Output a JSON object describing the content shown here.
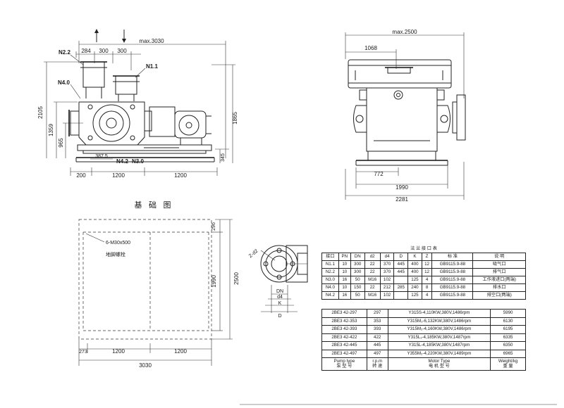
{
  "front_view": {
    "dims": {
      "max_length": "max.3030",
      "d284": "284",
      "d300a": "300",
      "d300b": "300",
      "h2105": "2105",
      "h1359": "1359",
      "h965": "965",
      "h1865": "1865",
      "h345": "345",
      "d387": "387.5",
      "b200": "200",
      "b1200a": "1200",
      "b1200b": "1200"
    },
    "nozzles": {
      "n22": "N2.2",
      "n11": "N1.1",
      "n40": "N4.0",
      "n42": "N4.2",
      "n30": "N3.0"
    }
  },
  "side_view": {
    "dims": {
      "max_width": "max.2500",
      "d1068": "1068",
      "d772": "772",
      "d1990": "1990",
      "d2281": "2281"
    }
  },
  "foundation": {
    "title": "基 础 图",
    "bolt_label": "6-M30x500",
    "bolt_sub": "地脚螺栓",
    "dims": {
      "d296": "296",
      "d1990": "1990",
      "d2500": "2500",
      "d273": "273",
      "d1200a": "1200",
      "d1200b": "1200",
      "d3030": "3030"
    }
  },
  "flange_detail": {
    "dims": {
      "z": "Z-d2",
      "dn": "DN",
      "d4": "d4",
      "k": "K",
      "d": "D"
    }
  },
  "flange_table": {
    "title": "法 兰 接 口 表",
    "headers": [
      "接口",
      "PN",
      "DN",
      "d2",
      "d4",
      "D",
      "K",
      "Z",
      "标 准",
      "说 明"
    ],
    "rows": [
      [
        "N1.1",
        "10",
        "300",
        "22",
        "370",
        "445",
        "400",
        "12",
        "GB9115.9-88",
        "吸气口"
      ],
      [
        "N2.2",
        "10",
        "300",
        "22",
        "370",
        "445",
        "400",
        "12",
        "GB9115.9-88",
        "排气口"
      ],
      [
        "N3.0",
        "16",
        "50",
        "M16",
        "102",
        "",
        "125",
        "4",
        "GB9115.9-88",
        "工作液进口(两端)"
      ],
      [
        "N4.0",
        "10",
        "150",
        "22",
        "212",
        "285",
        "240",
        "8",
        "GB9115.9-88",
        "排水口"
      ],
      [
        "N4.2",
        "16",
        "50",
        "M16",
        "102",
        "",
        "125",
        "4",
        "GB9115.9-88",
        "排空口(两端)"
      ]
    ]
  },
  "pump_table": {
    "rows": [
      [
        "2BE3  42-297",
        "297",
        "Y315S-4,110KW,380V,1486rpm",
        "5990"
      ],
      [
        "2BE3  42-353",
        "353",
        "Y315M₁-6,132KW,380V,1486rpm",
        "6130"
      ],
      [
        "2BE3  42-393",
        "393",
        "Y315M₂-4,160KW,380V,1486rpm",
        "6195"
      ],
      [
        "2BE3  42-422",
        "422",
        "Y315L₁-4,185KW,380V,1487rpm",
        "6335"
      ],
      [
        "2BE3  42-445",
        "445",
        "Y315L-4,185KW,380V,1487rpm",
        "6350"
      ],
      [
        "2BE3  42-497",
        "497",
        "Y355M₂-4,220KW,380V,1489rpm",
        "6965"
      ]
    ],
    "footer": {
      "pump_type": "Pump type",
      "pump_type_cn": "泵 型 号",
      "rpm": "r.p.m",
      "rpm_cn": "转 速",
      "motor": "Motor Type",
      "motor_cn": "电 机 型 号",
      "weight": "Weight/kg",
      "weight_cn": "重 量"
    }
  }
}
